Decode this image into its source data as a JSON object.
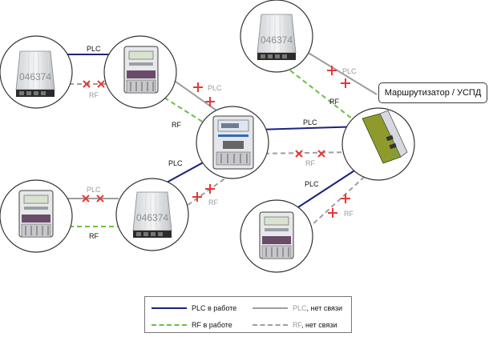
{
  "colors": {
    "plc_active": "#1a237e",
    "rf_active": "#6abf45",
    "plc_nolink": "#9e9e9e",
    "rf_nolink": "#9e9e9e",
    "cross": "#e53935",
    "meter_body": "#e8e8ea",
    "meter_outline": "#3c3c3c"
  },
  "router": {
    "label": "Маршрутизатор / УСПД"
  },
  "links": {
    "plc": "PLC",
    "rf": "RF"
  },
  "meters": {
    "serial": "046374"
  },
  "legend": {
    "plc_active": "PLC в работе",
    "rf_active": "RF в работе",
    "plc_nolink_prefix": "PLC",
    "plc_nolink_suffix": ", нет связи",
    "rf_nolink_prefix": "RF",
    "rf_nolink_suffix": ", нет связи"
  }
}
